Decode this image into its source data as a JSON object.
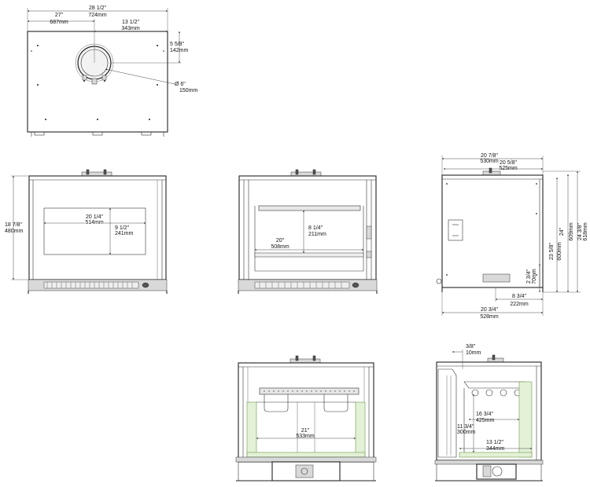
{
  "top_view": {
    "overall_width": [
      "28 1/2\"",
      "724mm"
    ],
    "offset_width": [
      "27\"",
      "687mm"
    ],
    "flue_offset": [
      "13 1/2\"",
      "343mm"
    ],
    "flue_depth": [
      "5 5/8\"",
      "142mm"
    ],
    "flue_diameter": [
      "Ø  6\"",
      "150mm"
    ]
  },
  "front_view": {
    "height": [
      "18 7/8\"",
      "480mm"
    ],
    "glass_width": [
      "20 1/4\"",
      "514mm"
    ],
    "glass_height": [
      "9 1/2\"",
      "241mm"
    ]
  },
  "front_view_open": {
    "interior_height": [
      "8 1/4\"",
      "211mm"
    ],
    "interior_width": [
      "20\"",
      "508mm"
    ]
  },
  "side_view": {
    "overall_depth": [
      "20 7/8\"",
      "530mm"
    ],
    "top_depth": [
      "20 5/8\"",
      "525mm"
    ],
    "height_overall": [
      "24 3/8\"",
      "618mm"
    ],
    "height_mid": [
      "24\"",
      "609mm"
    ],
    "height_inner": [
      "23 5/8\"",
      "600mm"
    ],
    "leg_height": [
      "2 3/4\"",
      "70mm"
    ],
    "front_offset": [
      "8 3/4\"",
      "222mm"
    ],
    "bottom_depth": [
      "20 3/4\"",
      "528mm"
    ]
  },
  "front_section": {
    "firebox_width": [
      "21\"",
      "533mm"
    ]
  },
  "side_section": {
    "top_gap": [
      "3/8\"",
      "10mm"
    ],
    "firebox_depth": [
      "16 3/4\"",
      "425mm"
    ],
    "firebox_height": [
      "11 3/4\"",
      "300mm"
    ],
    "floor_depth": [
      "13 1/2\"",
      "344mm"
    ]
  }
}
